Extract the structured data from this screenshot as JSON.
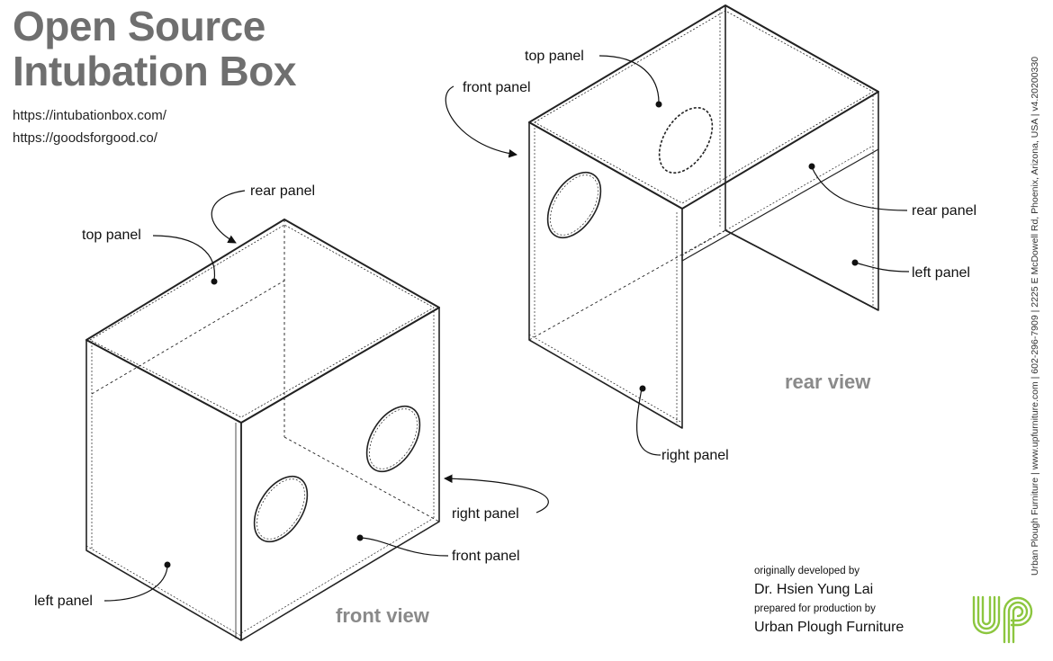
{
  "title": {
    "line1": "Open Source",
    "line2": "Intubation Box"
  },
  "links": [
    "https://intubationbox.com/",
    "https://goodsforgood.co/"
  ],
  "front_view": {
    "caption": "front view",
    "labels": {
      "rear_panel": "rear panel",
      "top_panel": "top panel",
      "right_panel": "right panel",
      "front_panel": "front panel",
      "left_panel": "left panel"
    }
  },
  "rear_view": {
    "caption": "rear view",
    "labels": {
      "top_panel": "top panel",
      "front_panel": "front panel",
      "rear_panel": "rear panel",
      "left_panel": "left panel",
      "right_panel": "right panel"
    }
  },
  "credits": {
    "developed_by": "originally developed by",
    "developer": "Dr. Hsien Yung Lai",
    "prepared_by": "prepared for production by",
    "producer": "Urban Plough Furniture"
  },
  "side_text": "Urban Plough Furniture  |  www.upfurniture.com  |  602-296-7909  |  2225 E McDowell Rd, Phoenix, Arizona, USA  |  v4.20200330",
  "colors": {
    "title": "#6f6f6f",
    "view_caption": "#8a8a8a",
    "logo_green": "#8cc63f",
    "line": "#222222"
  }
}
